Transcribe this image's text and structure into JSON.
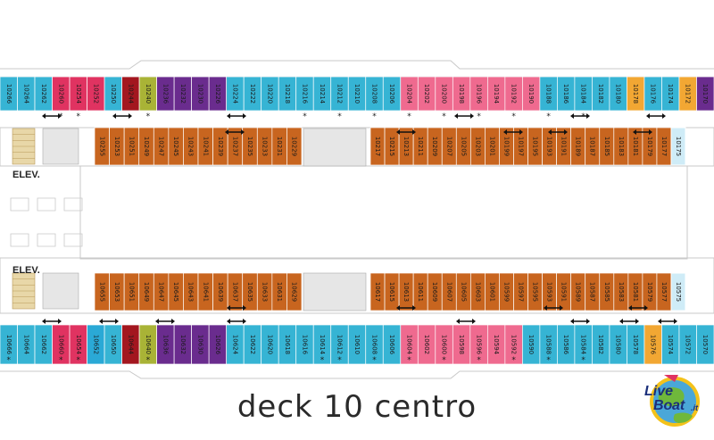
{
  "title": "deck 10 centro",
  "elevator_label": "ELEV.",
  "logo": {
    "word1": "Live",
    "word2": "Bo",
    "word3": "at",
    "suffix": ".it"
  },
  "colors": {
    "inside": "#c8651f",
    "suite_red": "#e03361",
    "suite_darkred": "#a3171f",
    "suite_olive": "#a9b336",
    "suite_purple": "#6a2c8e",
    "suite_blue": "#2aa9d6",
    "balcony_teal": "#36b4d4",
    "balcony_pink": "#ef6a8f",
    "balcony_orange": "#f2a733",
    "accessible_light": "#cfecf7"
  },
  "top_outer": [
    {
      "n": "10266",
      "c": "balcony_teal"
    },
    {
      "n": "10264",
      "c": "balcony_teal"
    },
    {
      "n": "10262",
      "c": "balcony_teal"
    },
    {
      "n": "10260",
      "c": "suite_red",
      "s": true
    },
    {
      "n": "10254",
      "c": "suite_red",
      "s": true
    },
    {
      "n": "10252",
      "c": "suite_red"
    },
    {
      "n": "10250",
      "c": "balcony_teal"
    },
    {
      "n": "10244",
      "c": "suite_darkred"
    },
    {
      "n": "10240",
      "c": "suite_olive",
      "s": true
    },
    {
      "n": "10236",
      "c": "suite_purple"
    },
    {
      "n": "10232",
      "c": "suite_purple"
    },
    {
      "n": "10230",
      "c": "suite_purple"
    },
    {
      "n": "10226",
      "c": "suite_purple"
    },
    {
      "n": "10224",
      "c": "balcony_teal"
    },
    {
      "n": "10222",
      "c": "balcony_teal"
    },
    {
      "n": "10220",
      "c": "balcony_teal"
    },
    {
      "n": "10218",
      "c": "balcony_teal"
    },
    {
      "n": "10216",
      "c": "balcony_teal",
      "s": true
    },
    {
      "n": "10214",
      "c": "balcony_teal"
    },
    {
      "n": "10212",
      "c": "balcony_teal",
      "s": true
    },
    {
      "n": "10210",
      "c": "balcony_teal"
    },
    {
      "n": "10208",
      "c": "balcony_teal",
      "s": true
    },
    {
      "n": "10206",
      "c": "balcony_teal"
    },
    {
      "n": "10204",
      "c": "balcony_pink",
      "s": true
    },
    {
      "n": "10202",
      "c": "balcony_pink"
    },
    {
      "n": "10200",
      "c": "balcony_pink",
      "s": true
    },
    {
      "n": "10198",
      "c": "balcony_pink"
    },
    {
      "n": "10196",
      "c": "balcony_pink",
      "s": true
    },
    {
      "n": "10194",
      "c": "balcony_pink"
    },
    {
      "n": "10192",
      "c": "balcony_pink",
      "s": true
    },
    {
      "n": "10190",
      "c": "balcony_pink"
    },
    {
      "n": "10188",
      "c": "balcony_teal",
      "s": true
    },
    {
      "n": "10186",
      "c": "balcony_teal"
    },
    {
      "n": "10184",
      "c": "balcony_teal",
      "s": true
    },
    {
      "n": "10182",
      "c": "balcony_teal"
    },
    {
      "n": "10180",
      "c": "balcony_teal"
    },
    {
      "n": "10178",
      "c": "balcony_orange"
    },
    {
      "n": "10176",
      "c": "balcony_teal"
    },
    {
      "n": "10174",
      "c": "balcony_teal"
    },
    {
      "n": "10172",
      "c": "balcony_orange"
    },
    {
      "n": "10170",
      "c": "suite_purple"
    }
  ],
  "top_inner": [
    {
      "n": "10255"
    },
    {
      "n": "10253"
    },
    {
      "n": "10251"
    },
    {
      "n": "10249"
    },
    {
      "n": "10247"
    },
    {
      "n": "10245"
    },
    {
      "n": "10243"
    },
    {
      "n": "10241"
    },
    {
      "n": "10239"
    },
    {
      "n": "10237"
    },
    {
      "n": "10235"
    },
    {
      "n": "10233"
    },
    {
      "n": "10231"
    },
    {
      "n": "10229"
    },
    {
      "n": "10217"
    },
    {
      "n": "10215"
    },
    {
      "n": "10213"
    },
    {
      "n": "10211"
    },
    {
      "n": "10209"
    },
    {
      "n": "10207"
    },
    {
      "n": "10205"
    },
    {
      "n": "10203"
    },
    {
      "n": "10201"
    },
    {
      "n": "10199"
    },
    {
      "n": "10197"
    },
    {
      "n": "10195"
    },
    {
      "n": "10193"
    },
    {
      "n": "10191"
    },
    {
      "n": "10189"
    },
    {
      "n": "10187"
    },
    {
      "n": "10185"
    },
    {
      "n": "10183"
    },
    {
      "n": "10181"
    },
    {
      "n": "10179"
    },
    {
      "n": "10177"
    }
  ],
  "top_accessible": "10175",
  "bottom_inner": [
    {
      "n": "10655"
    },
    {
      "n": "10653"
    },
    {
      "n": "10651"
    },
    {
      "n": "10649"
    },
    {
      "n": "10647"
    },
    {
      "n": "10645"
    },
    {
      "n": "10643"
    },
    {
      "n": "10641"
    },
    {
      "n": "10639"
    },
    {
      "n": "10637"
    },
    {
      "n": "10635"
    },
    {
      "n": "10633"
    },
    {
      "n": "10631"
    },
    {
      "n": "10629"
    },
    {
      "n": "10617"
    },
    {
      "n": "10615"
    },
    {
      "n": "10613"
    },
    {
      "n": "10611"
    },
    {
      "n": "10609"
    },
    {
      "n": "10607"
    },
    {
      "n": "10605"
    },
    {
      "n": "10603"
    },
    {
      "n": "10601"
    },
    {
      "n": "10599"
    },
    {
      "n": "10597"
    },
    {
      "n": "10595"
    },
    {
      "n": "10593"
    },
    {
      "n": "10591"
    },
    {
      "n": "10589"
    },
    {
      "n": "10587"
    },
    {
      "n": "10585"
    },
    {
      "n": "10583"
    },
    {
      "n": "10581"
    },
    {
      "n": "10579"
    },
    {
      "n": "10577"
    }
  ],
  "bottom_accessible": "10575",
  "bottom_outer": [
    {
      "n": "10666",
      "c": "balcony_teal",
      "s": true
    },
    {
      "n": "10664",
      "c": "balcony_teal"
    },
    {
      "n": "10662",
      "c": "balcony_teal"
    },
    {
      "n": "10660",
      "c": "suite_red",
      "s": true
    },
    {
      "n": "10654",
      "c": "suite_red",
      "s": true
    },
    {
      "n": "10652",
      "c": "suite_blue"
    },
    {
      "n": "10650",
      "c": "balcony_teal"
    },
    {
      "n": "10644",
      "c": "suite_darkred"
    },
    {
      "n": "10640",
      "c": "suite_olive",
      "s": true
    },
    {
      "n": "10636",
      "c": "suite_purple"
    },
    {
      "n": "10632",
      "c": "suite_purple"
    },
    {
      "n": "10630",
      "c": "suite_purple"
    },
    {
      "n": "10626",
      "c": "suite_purple"
    },
    {
      "n": "10624",
      "c": "balcony_teal"
    },
    {
      "n": "10622",
      "c": "balcony_teal"
    },
    {
      "n": "10620",
      "c": "balcony_teal"
    },
    {
      "n": "10618",
      "c": "balcony_teal"
    },
    {
      "n": "10616",
      "c": "balcony_teal"
    },
    {
      "n": "10614",
      "c": "balcony_teal",
      "s": true
    },
    {
      "n": "10612",
      "c": "balcony_teal",
      "s": true
    },
    {
      "n": "10610",
      "c": "balcony_teal"
    },
    {
      "n": "10608",
      "c": "balcony_teal",
      "s": true
    },
    {
      "n": "10606",
      "c": "balcony_teal"
    },
    {
      "n": "10604",
      "c": "balcony_pink",
      "s": true
    },
    {
      "n": "10602",
      "c": "balcony_pink"
    },
    {
      "n": "10600",
      "c": "balcony_pink",
      "s": true
    },
    {
      "n": "10598",
      "c": "balcony_pink"
    },
    {
      "n": "10596",
      "c": "balcony_pink",
      "s": true
    },
    {
      "n": "10594",
      "c": "balcony_pink"
    },
    {
      "n": "10592",
      "c": "balcony_pink",
      "s": true
    },
    {
      "n": "10590",
      "c": "balcony_teal"
    },
    {
      "n": "10588",
      "c": "balcony_teal",
      "s": true
    },
    {
      "n": "10586",
      "c": "balcony_teal"
    },
    {
      "n": "10584",
      "c": "balcony_teal",
      "s": true
    },
    {
      "n": "10582",
      "c": "balcony_teal"
    },
    {
      "n": "10580",
      "c": "balcony_teal"
    },
    {
      "n": "10578",
      "c": "balcony_teal"
    },
    {
      "n": "10576",
      "c": "balcony_orange"
    },
    {
      "n": "10574",
      "c": "balcony_teal"
    },
    {
      "n": "10572",
      "c": "balcony_teal"
    },
    {
      "n": "10570",
      "c": "balcony_teal"
    }
  ]
}
